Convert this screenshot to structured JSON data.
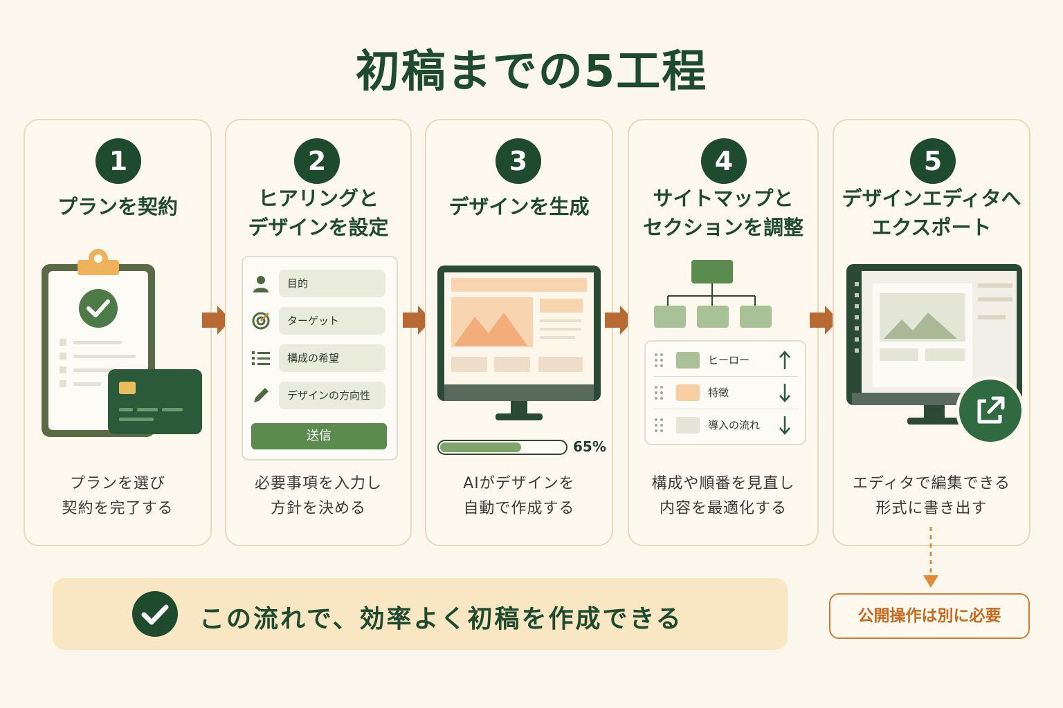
{
  "title": "初稿までの5工程",
  "steps": [
    {
      "number": "1",
      "title_line1": "プランを契約",
      "title_line2": "",
      "desc_line1": "プランを選び",
      "desc_line2": "契約を完了する"
    },
    {
      "number": "2",
      "title_line1": "ヒアリングと",
      "title_line2": "デザインを設定",
      "desc_line1": "必要事項を入力し",
      "desc_line2": "方針を決める",
      "form": {
        "fields": [
          "目的",
          "ターゲット",
          "構成の希望",
          "デザインの方向性"
        ],
        "submit": "送信"
      }
    },
    {
      "number": "3",
      "title_line1": "デザインを生成",
      "title_line2": "",
      "desc_line1": "AIがデザインを",
      "desc_line2": "自動で作成する",
      "progress": {
        "value": 0.65,
        "label": "65%"
      }
    },
    {
      "number": "4",
      "title_line1": "サイトマップと",
      "title_line2": "セクションを調整",
      "desc_line1": "構成や順番を見直し",
      "desc_line2": "内容を最適化する",
      "sections": [
        {
          "label": "ヒーロー",
          "color": "#a9c196",
          "direction": "up"
        },
        {
          "label": "特徴",
          "color": "#f7cfa3",
          "direction": "down"
        },
        {
          "label": "導入の流れ",
          "color": "#e3e6d6",
          "direction": "down"
        }
      ]
    },
    {
      "number": "5",
      "title_line1": "デザインエディタへ",
      "title_line2": "エクスポート",
      "desc_line1": "エディタで編集できる",
      "desc_line2": "形式に書き出す"
    }
  ],
  "banner": {
    "text": "この流れで、効率よく初稿を作成できる"
  },
  "note": {
    "text": "公開操作は別に必要"
  },
  "colors": {
    "dark_green": "#1e4a2e",
    "accent_orange": "#b86a34",
    "note_orange": "#d87a33",
    "light_green": "#a9c196",
    "peach": "#f7cfa3"
  }
}
